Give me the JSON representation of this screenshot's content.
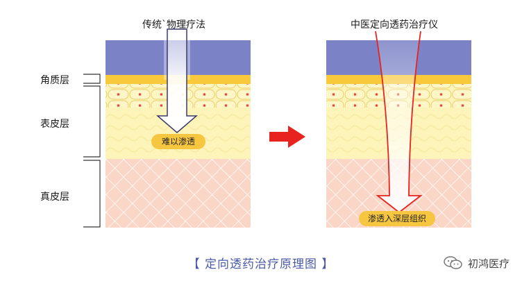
{
  "titles": {
    "left": "传统`物理疗法",
    "right": "中医定向透药治疗仪"
  },
  "layers": {
    "stratum_corneum": "角质层",
    "epidermis": "表皮层",
    "dermis": "真皮层"
  },
  "badges": {
    "left": "难以渗透",
    "right": "渗透入深层组织"
  },
  "caption": "【 定向透药治疗原理图 】",
  "watermark": {
    "text": "初鸿医疗",
    "icon": "wechat-icon"
  },
  "colors": {
    "top_layer": "#7b83c6",
    "corneum": "#f8c93b",
    "epidermis": "#fdf4b9",
    "dermis": "#f9d6c6",
    "arrow_red": "#e8221e",
    "caption": "#4a5aa8"
  }
}
